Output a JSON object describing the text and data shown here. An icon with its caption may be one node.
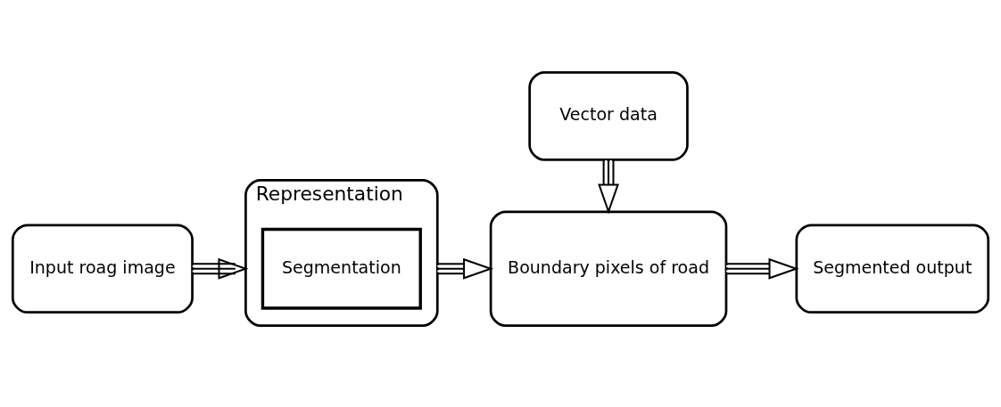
{
  "diagram": {
    "nodes": [
      {
        "text": [
          "Input roag image"
        ]
      },
      {
        "text": [
          "Representation"
        ]
      },
      {
        "text": [
          "Segmentation"
        ],
        "in": 1
      },
      {
        "text": [
          "Vector data"
        ]
      },
      {
        "text": [
          "Boundary pixels of road"
        ]
      },
      {
        "text": [
          "Segmented output"
        ]
      }
    ],
    "edges": [
      {
        "from": 0,
        "to": 2,
        "arrow": "to"
      },
      {
        "from": 2,
        "to": 4,
        "arrow": "to"
      },
      {
        "from": 3,
        "to": 4,
        "arrow": "to"
      },
      {
        "from": 4,
        "to": 5,
        "arrow": "to"
      }
    ]
  }
}
